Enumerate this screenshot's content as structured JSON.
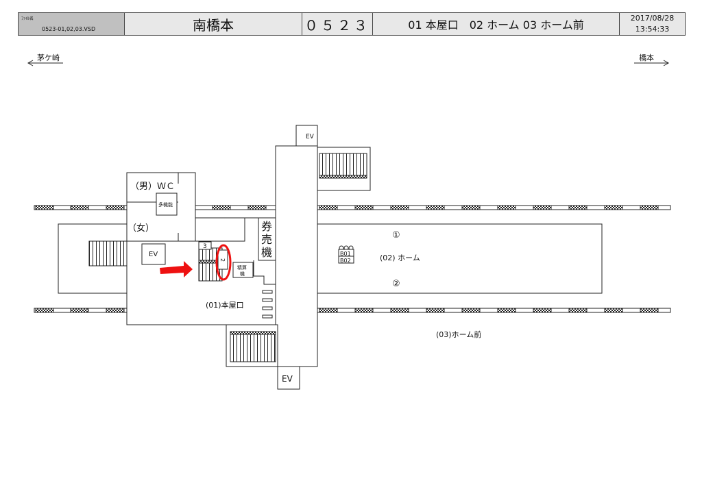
{
  "header": {
    "file_label": "ﾌｧｲﾙ名",
    "file_name": "0523-01,02,03.VSD",
    "station_name": "南橋本",
    "station_code": "０５２３",
    "areas": "01 本屋口　02 ホーム 03 ホーム前",
    "date": "2017/08/28",
    "time": "13:54:33"
  },
  "directions": {
    "left": "茅ケ崎",
    "right": "橋本"
  },
  "plan": {
    "ev": "EV",
    "wc": "（男）ＷＣ",
    "women": "（女）",
    "multi_toilet": "多機能",
    "ticket_machine": [
      "券",
      "売",
      "機"
    ],
    "fare_adjust": [
      "精算",
      "機"
    ],
    "stair_3": "3",
    "stair_2": "2",
    "area_01": "(01)本屋口",
    "area_02": "(02) ホーム",
    "area_03": "(03)ホーム前",
    "track_1": "①",
    "track_2": "②",
    "b01": "B01",
    "b02": "B02"
  },
  "colors": {
    "highlight": "#ee1111",
    "header_gray": "#c0c0c0"
  }
}
